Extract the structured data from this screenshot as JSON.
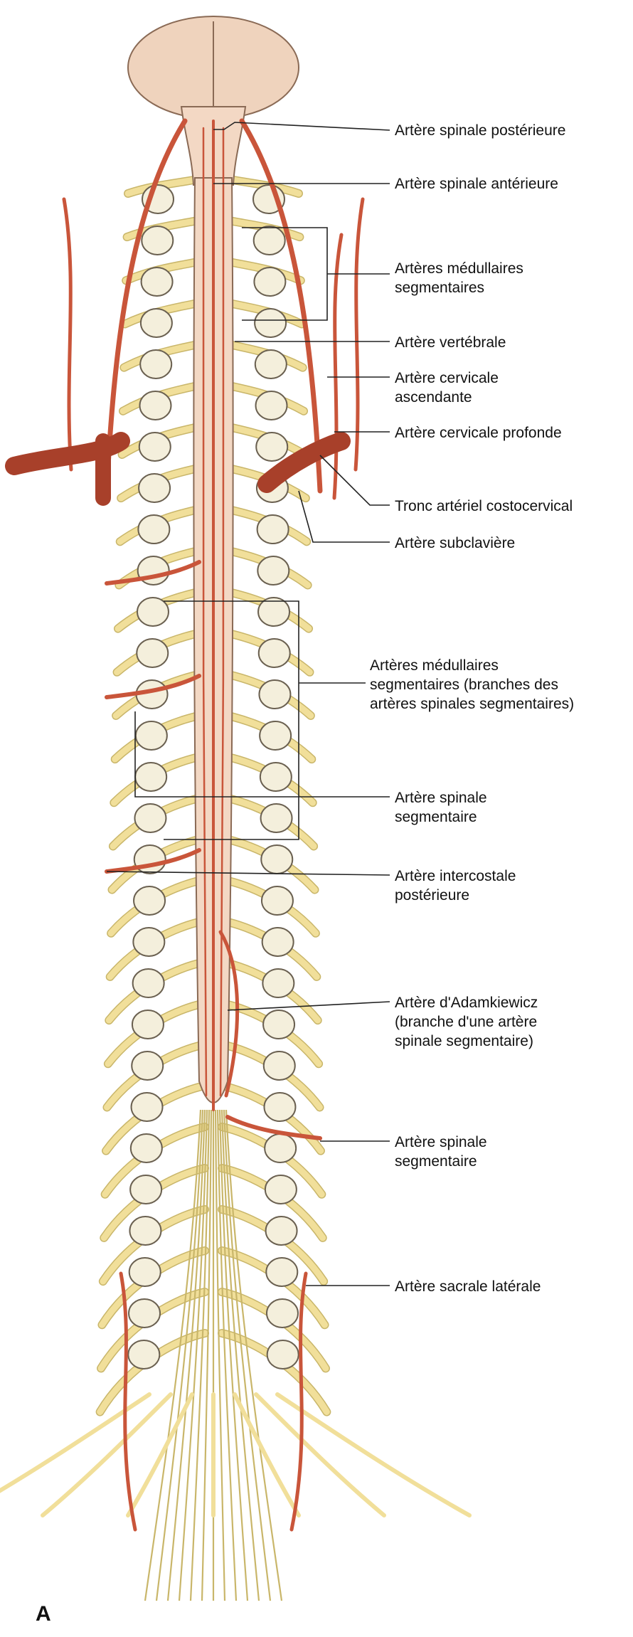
{
  "figure": {
    "panel_label": "A",
    "colors": {
      "artery": "#c9553a",
      "artery_dark": "#a8402a",
      "nerve": "#f1df9a",
      "nerve_edge": "#c9b66a",
      "cord": "#f3d8c4",
      "vertebra": "#f4efdc",
      "brain": "#efd3bd"
    },
    "labels": [
      {
        "id": "posterior-spinal-artery",
        "text": "Artère spinale postérieure"
      },
      {
        "id": "anterior-spinal-artery",
        "text": "Artère spinale antérieure"
      },
      {
        "id": "segmental-medullary-arteries-cervical",
        "text": "Artères médullaires\nsegmentaires"
      },
      {
        "id": "vertebral-artery",
        "text": "Artère vertébrale"
      },
      {
        "id": "ascending-cervical-artery",
        "text": "Artère cervicale\nascendante"
      },
      {
        "id": "deep-cervical-artery",
        "text": "Artère cervicale profonde"
      },
      {
        "id": "costocervical-trunk",
        "text": "Tronc artériel costocervical"
      },
      {
        "id": "subclavian-artery",
        "text": "Artère subclavière"
      },
      {
        "id": "segmental-medullary-arteries-thoracic",
        "text": "Artères médullaires\nsegmentaires (branches des\nartères spinales segmentaires)"
      },
      {
        "id": "segmental-spinal-artery-1",
        "text": "Artère spinale\nsegmentaire"
      },
      {
        "id": "posterior-intercostal-artery",
        "text": "Artère intercostale\npostérieure"
      },
      {
        "id": "artery-of-adamkiewicz",
        "text": "Artère d'Adamkiewicz\n(branche d'une artère\nspinale segmentaire)"
      },
      {
        "id": "segmental-spinal-artery-2",
        "text": "Artère spinale\nsegmentaire"
      },
      {
        "id": "lateral-sacral-artery",
        "text": "Artère sacrale latérale"
      }
    ]
  }
}
